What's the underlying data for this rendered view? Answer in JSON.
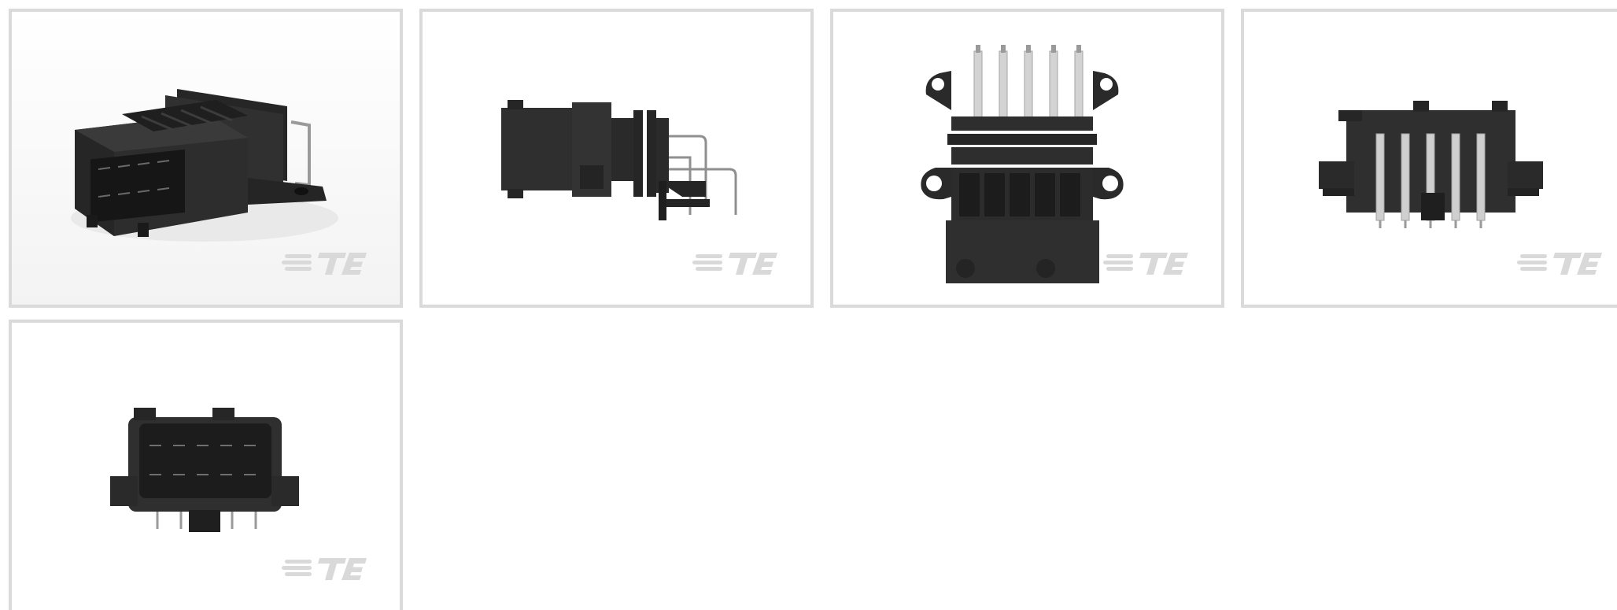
{
  "gallery": {
    "items": [
      {
        "view": "isometric-view",
        "logo_text": "TE"
      },
      {
        "view": "side-view",
        "logo_text": "TE"
      },
      {
        "view": "top-view",
        "logo_text": "TE"
      },
      {
        "view": "rear-view",
        "logo_text": "TE"
      },
      {
        "view": "front-view",
        "logo_text": "TE"
      }
    ]
  },
  "colors": {
    "border": "#dadada",
    "housing": "#2f2f2f",
    "housing_dark": "#1f1f1f",
    "pin": "#c8c8c8",
    "logo": "#d9d9d9"
  }
}
